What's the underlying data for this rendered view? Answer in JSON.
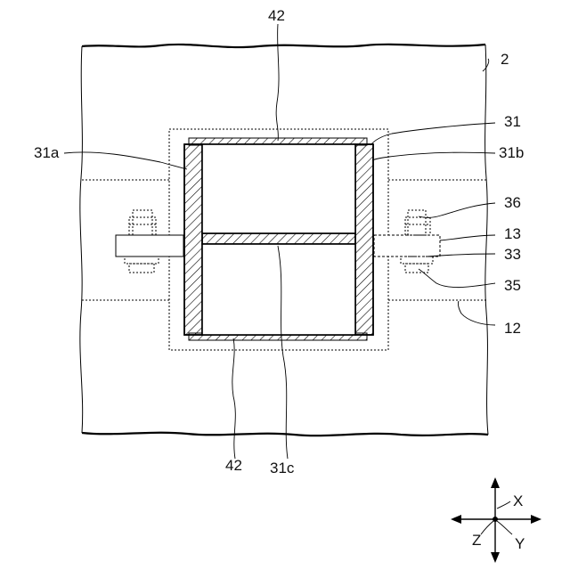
{
  "labels": {
    "plate": "2",
    "frame": "31",
    "frame_left_wall": "31a",
    "frame_right_wall": "31b",
    "frame_center_wall": "31c",
    "plate_top_strip": "42",
    "plate_bottom_strip": "42",
    "nut_upper": "36",
    "flange_rail": "13",
    "bolt_flange": "33",
    "nut_lower": "35",
    "base_member": "12"
  },
  "axes": {
    "x": "X",
    "y": "Y",
    "z": "Z"
  }
}
